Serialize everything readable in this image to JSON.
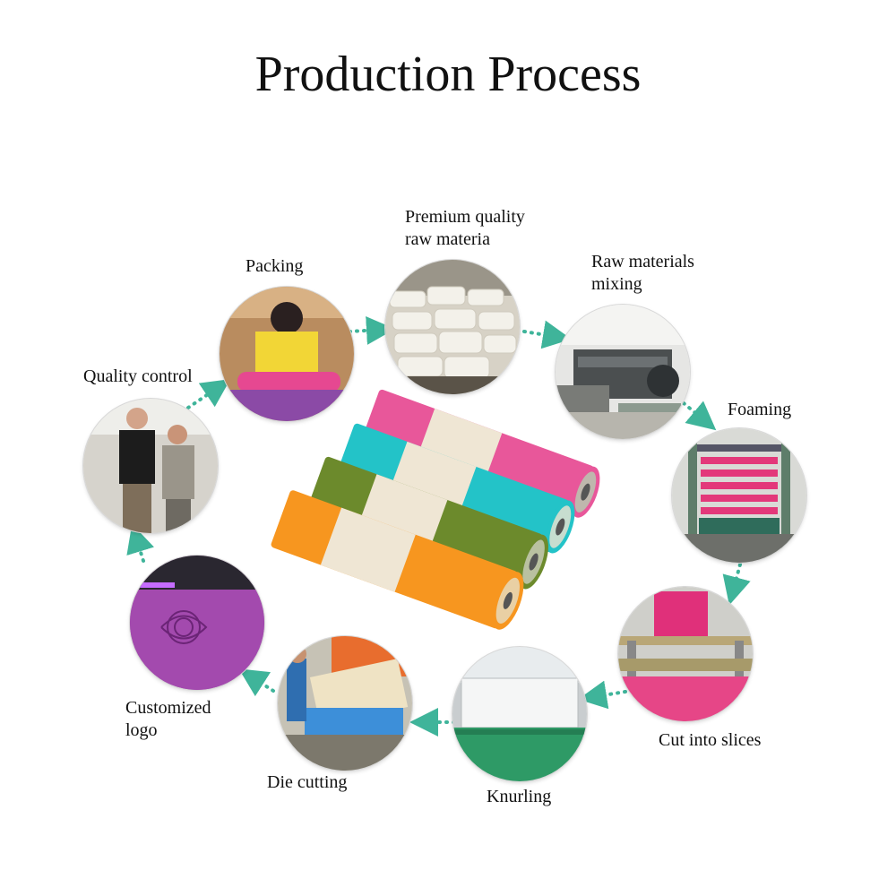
{
  "title": "Production Process",
  "accent_color": "#3fb49a",
  "steps": [
    {
      "id": "raw",
      "lines": [
        "Premium quality",
        "raw materia"
      ]
    },
    {
      "id": "mixing",
      "lines": [
        "Raw materials",
        "mixing"
      ]
    },
    {
      "id": "foaming",
      "lines": [
        "Foaming"
      ]
    },
    {
      "id": "slices",
      "lines": [
        "Cut into slices"
      ]
    },
    {
      "id": "knurling",
      "lines": [
        "Knurling"
      ]
    },
    {
      "id": "die",
      "lines": [
        "Die cutting"
      ]
    },
    {
      "id": "logo",
      "lines": [
        "Customized",
        "logo"
      ]
    },
    {
      "id": "qc",
      "lines": [
        "Quality control"
      ]
    },
    {
      "id": "packing",
      "lines": [
        "Packing"
      ]
    }
  ]
}
